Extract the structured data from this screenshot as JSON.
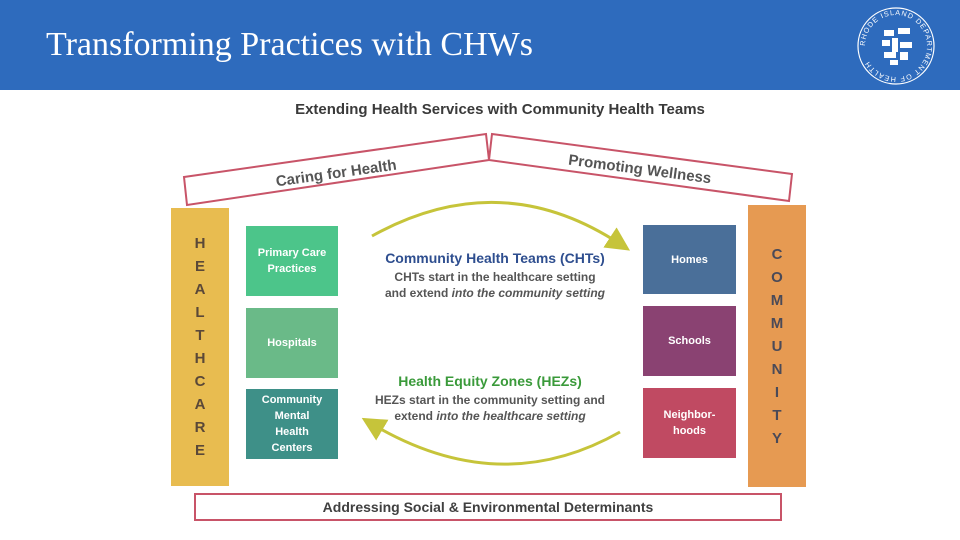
{
  "slide": {
    "title": "Transforming Practices with CHWs"
  },
  "logo": {
    "text": "RHODE ISLAND DEPARTMENT OF HEALTH"
  },
  "diagram": {
    "title": "Extending Health Services with Community Health Teams",
    "roof_left": "Caring for Health",
    "roof_right": "Promoting Wellness",
    "left_pillar": [
      "H",
      "E",
      "A",
      "L",
      "T",
      "H",
      "C",
      "A",
      "R",
      "E"
    ],
    "right_pillar": [
      "C",
      "O",
      "M",
      "M",
      "U",
      "N",
      "I",
      "T",
      "Y"
    ],
    "left_boxes": [
      {
        "label": "Primary Care\nPractices",
        "color": "#4cc58a"
      },
      {
        "label": "Hospitals",
        "color": "#6aba88"
      },
      {
        "label": "Community\nMental\nHealth\nCenters",
        "color": "#3e9088"
      }
    ],
    "right_boxes": [
      {
        "label": "Homes",
        "color": "#4a6f99"
      },
      {
        "label": "Schools",
        "color": "#8a4272"
      },
      {
        "label": "Neighbor-\nhoods",
        "color": "#c04a62"
      }
    ],
    "cht": {
      "title": "Community Health Teams (CHTs)",
      "line1": "CHTs start in the healthcare setting",
      "line2_a": "and extend ",
      "line2_b": "into the community setting"
    },
    "hez": {
      "title": "Health Equity Zones (HEZs)",
      "line1": "HEZs start in the community setting and",
      "line2_a": "extend ",
      "line2_b": "into the healthcare setting"
    },
    "foundation": "Addressing Social & Environmental Determinants"
  },
  "colors": {
    "header": "#2e6bbd",
    "healthcare": "#e8bc50",
    "community": "#e69a52",
    "roof_border": "#c85468",
    "arrow": "#c6c43a",
    "cht_title": "#2e4e8f",
    "hez_title": "#3a9a3a"
  }
}
